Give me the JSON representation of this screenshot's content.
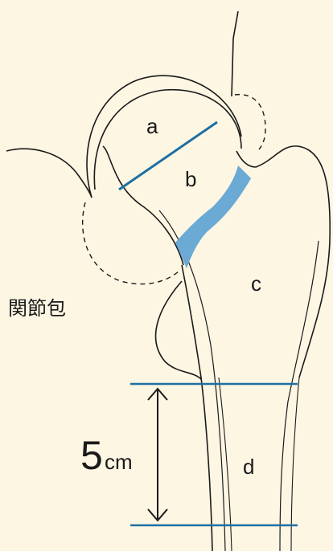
{
  "labels": {
    "a": "a",
    "b": "b",
    "c": "c",
    "d": "d",
    "capsule": "関節包",
    "measure_number": "5",
    "measure_unit": "cm"
  },
  "colors": {
    "background": "#fdf6e3",
    "outline": "#1a1a1a",
    "highlight_band": "#6aaad4",
    "diameter_line": "#1f6fa3",
    "level_lines": "#1f6fa3"
  }
}
